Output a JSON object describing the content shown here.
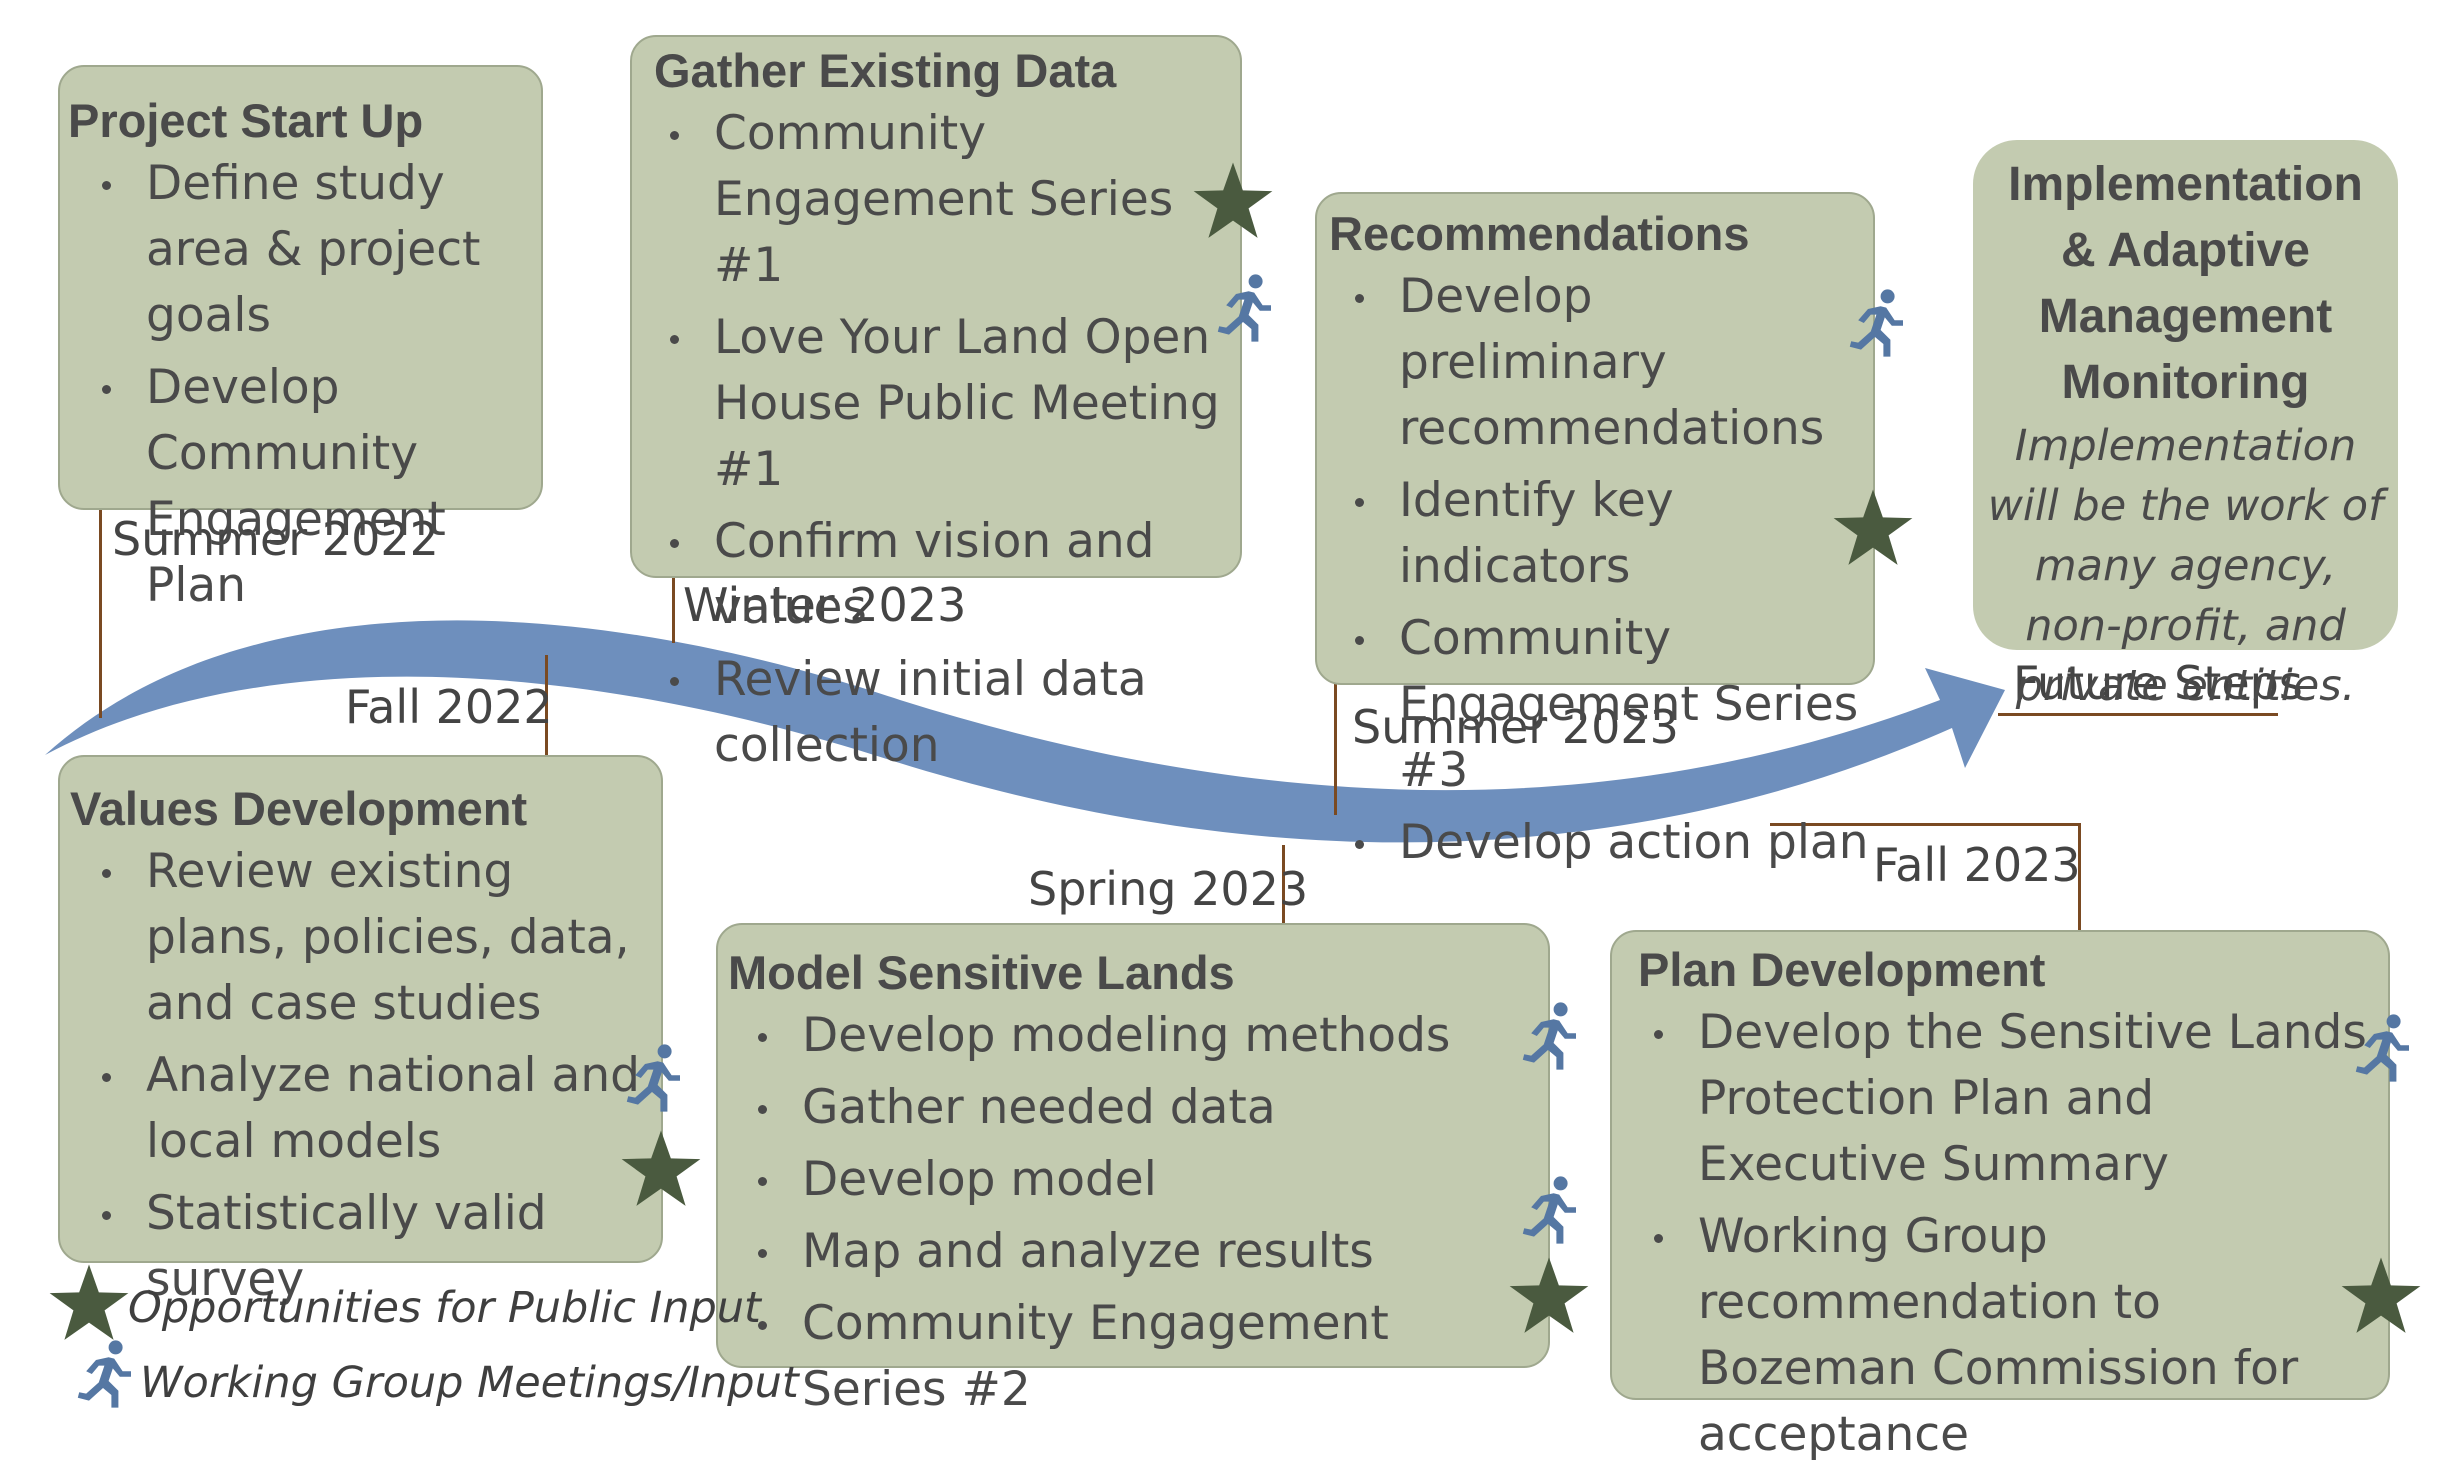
{
  "phases": {
    "start_up": {
      "title": "Project Start Up",
      "items": [
        "Define study area & project goals",
        "Develop Community Engagement Plan"
      ],
      "date": "Summer 2022"
    },
    "values": {
      "title": "Values Development",
      "items": [
        "Review existing plans, policies, data, and case studies",
        "Analyze national and local models",
        "Statistically valid survey"
      ],
      "date": "Fall 2022"
    },
    "gather": {
      "title": "Gather Existing Data",
      "items": [
        "Community Engagement Series #1",
        "Love Your Land Open House Public Meeting #1",
        "Confirm vision and values",
        "Review initial data collection"
      ],
      "date": "Winter 2023"
    },
    "model": {
      "title": "Model Sensitive Lands",
      "items": [
        "Develop modeling methods",
        "Gather needed data",
        "Develop model",
        "Map and analyze results",
        "Community Engagement Series #2"
      ],
      "date": "Spring 2023"
    },
    "recommendations": {
      "title": "Recommendations",
      "items": [
        "Develop preliminary recommendations",
        "Identify key indicators",
        "Community Engagement Series #3",
        "Develop action plan"
      ],
      "date": "Summer 2023"
    },
    "plan": {
      "title": "Plan Development",
      "items": [
        "Develop the Sensitive Lands Protection Plan and Executive Summary",
        "Working Group recommendation to Bozeman Commission for acceptance"
      ],
      "date": "Fall 2023"
    },
    "implementation": {
      "title": "Implementation & Adaptive Management Monitoring",
      "note": "Implementation will be the work of many agency, non-profit, and private entities.",
      "date": "Future Steps"
    }
  },
  "legend": {
    "star_label": "Opportunities for Public Input",
    "runner_label": "Working Group Meetings/Input"
  },
  "colors": {
    "box_fill": "#c3cbb0",
    "arrow": "#6e8fbd",
    "marker": "#7a4a22",
    "star": "#4a5a3f",
    "runner": "#5577a3"
  }
}
